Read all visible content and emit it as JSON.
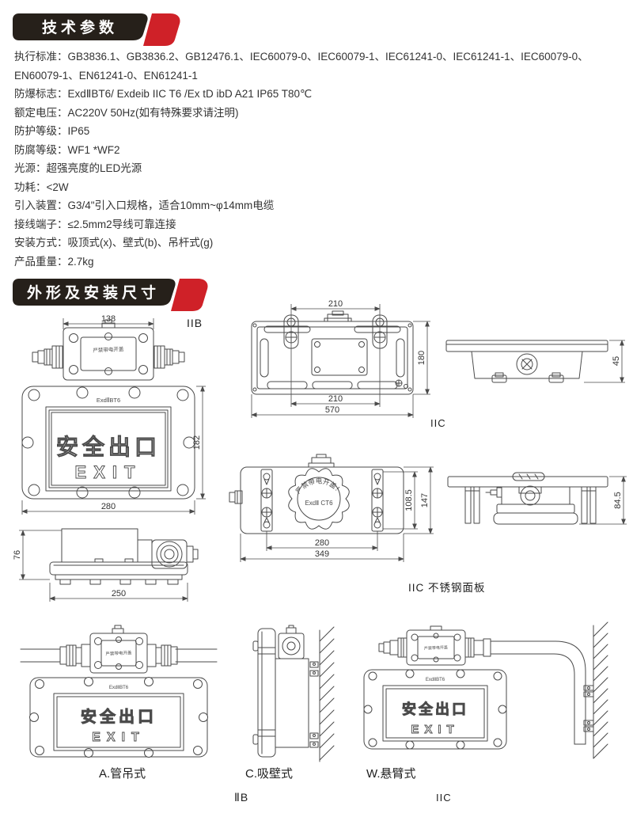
{
  "header1": {
    "title": "技术参数"
  },
  "specs": [
    "执行标准：GB3836.1、GB3836.2、GB12476.1、IEC60079-0、IEC60079-1、IEC61241-0、IEC61241-1、IEC60079-0、",
    "EN60079-1、EN61241-0、EN61241-1",
    "防爆标志：ExdⅡBT6/ Exdeib IIC T6 /Ex tD ibD A21 IP65 T80℃",
    "额定电压：AC220V 50Hz(如有特殊要求请注明)",
    "防护等级：IP65",
    "防腐等级：WF1 *WF2",
    "光源：超强亮度的LED光源",
    "功耗：<2W",
    "引入装置：G3/4\"引入口规格，适合10mm~φ14mm电缆",
    "接线端子：≤2.5mm2导线可靠连接",
    "安装方式：吸顶式(x)、壁式(b)、吊杆式(g)",
    "产品重量：2.7kg"
  ],
  "header2": {
    "title": "外形及安装尺寸"
  },
  "drawings": {
    "labels": {
      "iib_top": "IIB",
      "iic_mid": "IIC",
      "iic_panel": "IIC 不锈钢面板",
      "mount_a": "A.管吊式",
      "mount_c": "C.吸壁式",
      "mount_w": "W.悬臂式",
      "series_iib": "ⅡB",
      "series_iic": "IIC"
    },
    "sign": {
      "cn": "安全出口",
      "en": "EXIT",
      "marking": "ExdⅡBT6",
      "box_warning": "严禁带电开盖",
      "cover_warning": "严禁带电开盖！",
      "cover_marking": "ExdⅡ CT6"
    },
    "dims": {
      "front_box_w": "138",
      "front_h": "182",
      "front_w": "280",
      "rear_mount_w": "210",
      "rear_h": "180",
      "rear_mount_w2": "210",
      "rear_w": "570",
      "side_h": "45",
      "cover_mount_h": "108.5",
      "cover_h": "147",
      "cover_mount_w": "280",
      "cover_w": "349",
      "side2_h": "84.5",
      "top_h": "76",
      "top_w": "250"
    }
  },
  "colors": {
    "banner_black": "#26201a",
    "banner_red": "#cf2128",
    "line": "#4a4a4a",
    "text": "#333333"
  }
}
